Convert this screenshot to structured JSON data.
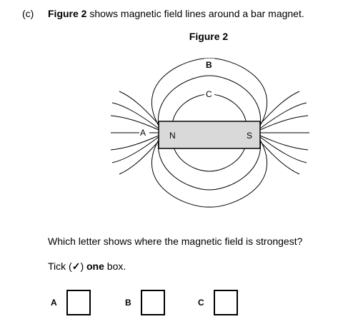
{
  "question": {
    "part_label": "(c)",
    "figure_ref": "Figure 2",
    "text_rest": " shows magnetic field lines around a bar magnet."
  },
  "figure": {
    "title": "Figure 2",
    "pole_left": "N",
    "pole_right": "S",
    "marker_a": "A",
    "marker_b": "B",
    "marker_c": "C",
    "magnet_fill": "#d9d9d9"
  },
  "prompt": "Which letter shows where the magnetic field is strongest?",
  "instruction": {
    "tick": "Tick (",
    "tick_mark": "✓",
    "close": ") ",
    "emphasis": "one",
    "end": " box."
  },
  "options": [
    {
      "letter": "A"
    },
    {
      "letter": "B"
    },
    {
      "letter": "C"
    }
  ]
}
